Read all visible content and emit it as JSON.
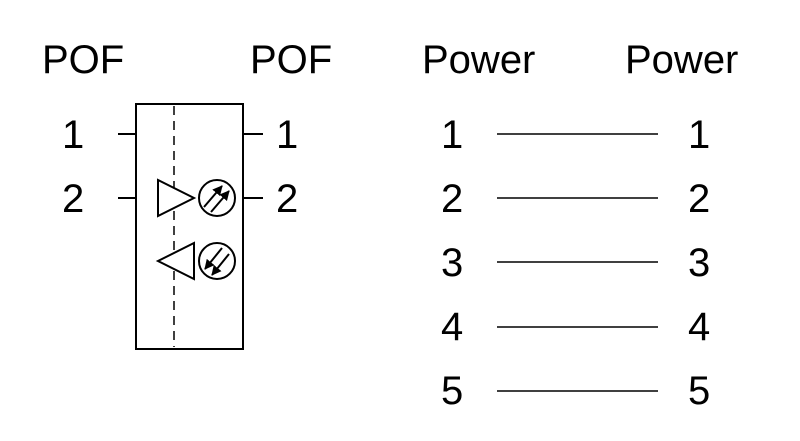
{
  "pof": {
    "left_header": "POF",
    "right_header": "POF",
    "left_pins": [
      "1",
      "2"
    ],
    "right_pins": [
      "1",
      "2"
    ],
    "symbols": [
      "transmitter-led-icon",
      "receiver-photodiode-icon"
    ]
  },
  "power": {
    "left_header": "Power",
    "right_header": "Power",
    "left_pins": [
      "1",
      "2",
      "3",
      "4",
      "5"
    ],
    "right_pins": [
      "1",
      "2",
      "3",
      "4",
      "5"
    ]
  }
}
